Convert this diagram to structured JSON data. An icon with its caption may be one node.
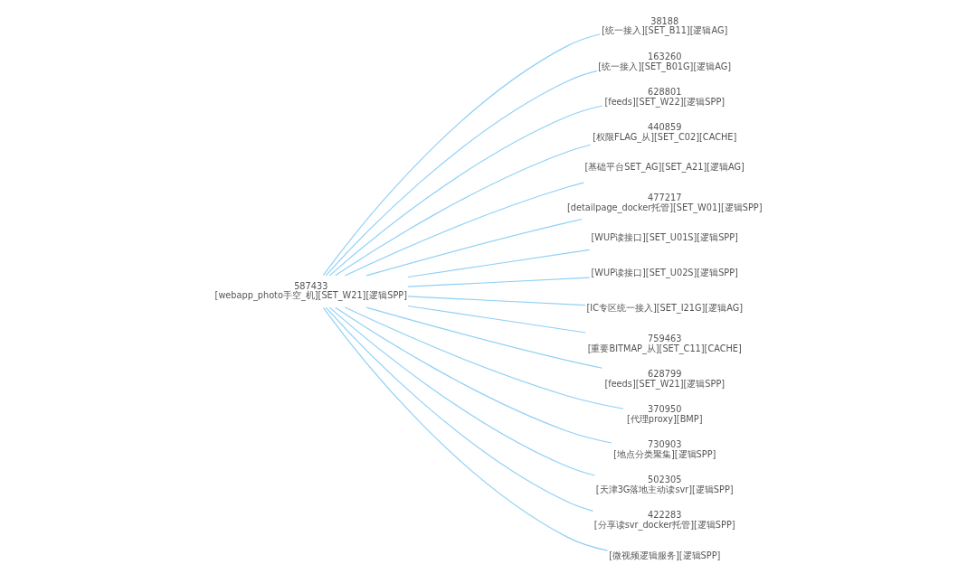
{
  "diagram": {
    "nodes": [
      {
        "text": [
          "587433",
          "[webapp_photo手空_机][SET_W21][逻辑SPP]"
        ]
      },
      {
        "text": [
          "38188",
          "[统一接入][SET_B11][逻辑AG]"
        ]
      },
      {
        "text": [
          "163260",
          "[统一接入][SET_B01G][逻辑AG]"
        ]
      },
      {
        "text": [
          "628801",
          "[feeds][SET_W22][逻辑SPP]"
        ]
      },
      {
        "text": [
          "440859",
          "[权限FLAG_从][SET_C02][CACHE]"
        ]
      },
      {
        "text": [
          "[基础平台SET_AG][SET_A21][逻辑AG]"
        ]
      },
      {
        "text": [
          "477217",
          "[detailpage_docker托管][SET_W01][逻辑SPP]"
        ]
      },
      {
        "text": [
          "[WUP读接口][SET_U01S][逻辑SPP]"
        ]
      },
      {
        "text": [
          "[WUP读接口][SET_U02S][逻辑SPP]"
        ]
      },
      {
        "text": [
          "[IC专区统一接入][SET_I21G][逻辑AG]"
        ]
      },
      {
        "text": [
          "759463",
          "[重要BITMAP_从][SET_C11][CACHE]"
        ]
      },
      {
        "text": [
          "628799",
          "[feeds][SET_W21][逻辑SPP]"
        ]
      },
      {
        "text": [
          "370950",
          "[代理proxy][BMP]"
        ]
      },
      {
        "text": [
          "730903",
          "[地点分类聚集][逻辑SPP]"
        ]
      },
      {
        "text": [
          "502305",
          "[天津3G落地主动读svr][逻辑SPP]"
        ]
      },
      {
        "text": [
          "422283",
          "[分享读svr_docker托管][逻辑SPP]"
        ]
      },
      {
        "text": [
          "[微视频逻辑服务][逻辑SPP]"
        ]
      }
    ],
    "edges": [
      {
        "from": 0,
        "to": 1,
        "arrow": "none"
      },
      {
        "from": 0,
        "to": 2,
        "arrow": "none"
      },
      {
        "from": 0,
        "to": 3,
        "arrow": "none"
      },
      {
        "from": 0,
        "to": 4,
        "arrow": "none"
      },
      {
        "from": 0,
        "to": 5,
        "arrow": "none"
      },
      {
        "from": 0,
        "to": 6,
        "arrow": "none"
      },
      {
        "from": 0,
        "to": 7,
        "arrow": "none"
      },
      {
        "from": 0,
        "to": 8,
        "arrow": "none"
      },
      {
        "from": 0,
        "to": 9,
        "arrow": "none"
      },
      {
        "from": 0,
        "to": 10,
        "arrow": "none"
      },
      {
        "from": 0,
        "to": 11,
        "arrow": "none"
      },
      {
        "from": 0,
        "to": 12,
        "arrow": "none"
      },
      {
        "from": 0,
        "to": 13,
        "arrow": "none"
      },
      {
        "from": 0,
        "to": 14,
        "arrow": "none"
      },
      {
        "from": 0,
        "to": 15,
        "arrow": "none"
      },
      {
        "from": 0,
        "to": 16,
        "arrow": "none"
      }
    ]
  }
}
